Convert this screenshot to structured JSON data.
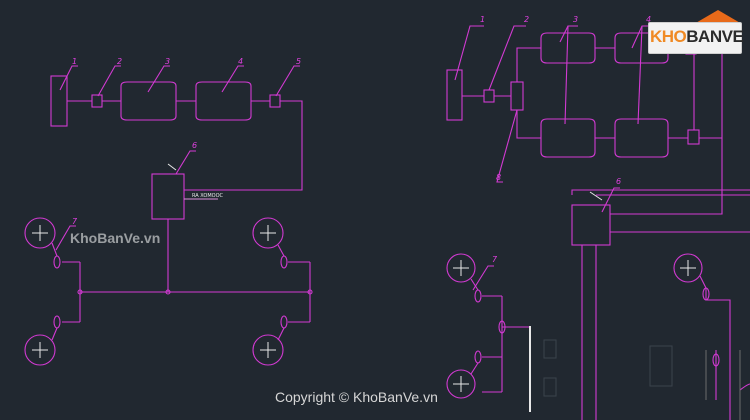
{
  "left_scheme": {
    "labels": [
      "1",
      "2",
      "3",
      "4",
      "5",
      "6",
      "7"
    ],
    "outlet_text": "RA XOMOOC"
  },
  "right_scheme": {
    "labels": [
      "1",
      "2",
      "3",
      "4",
      "6",
      "7",
      "8"
    ]
  },
  "watermark": "KhoBanVe.vn",
  "copyright": "Copyright © KhoBanVe.vn",
  "logo": {
    "part1": "KHO",
    "part2": "BANVE"
  },
  "colors": {
    "background": "#212830",
    "line": "#d23ad2",
    "label": "#e040e0",
    "white": "#e8e8e8"
  }
}
